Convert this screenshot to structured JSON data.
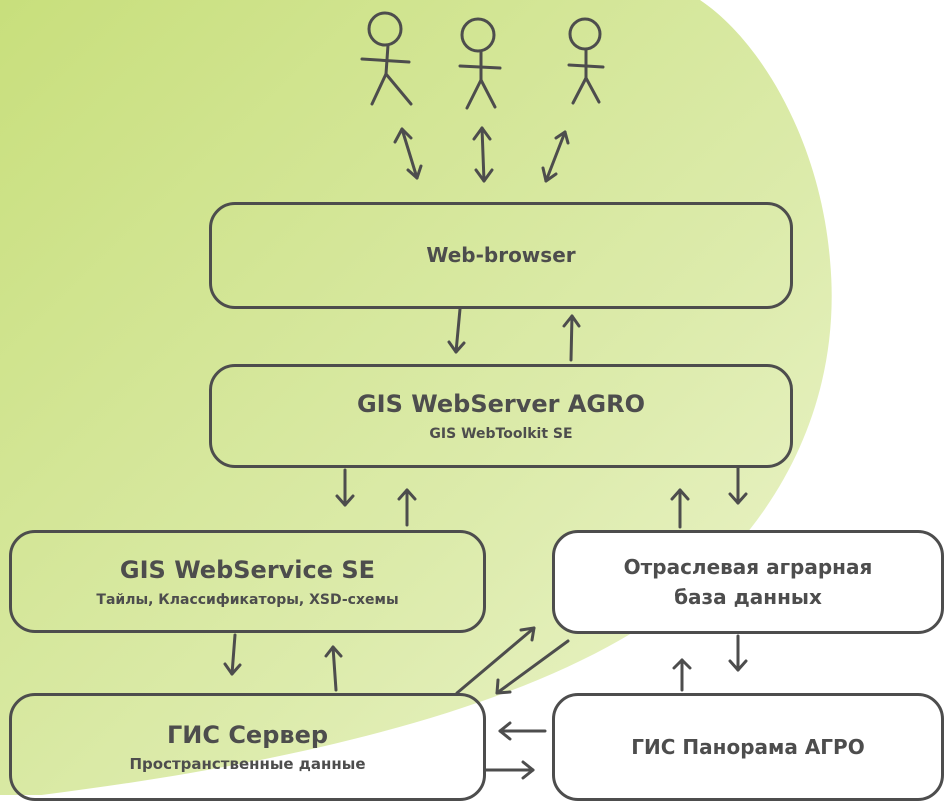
{
  "colors": {
    "background_blob": "#d6e89a",
    "stroke": "#4d4d4d",
    "text": "#4d4d4d"
  },
  "users": [
    "user-figure",
    "user-figure",
    "user-figure"
  ],
  "boxes": {
    "web_browser": {
      "title": "Web-browser"
    },
    "webserver": {
      "title": "GIS WebServer AGRO",
      "subtitle": "GIS WebToolkit SE"
    },
    "webservice": {
      "title": "GIS WebService SE",
      "subtitle": "Тайлы, Классификаторы, XSD-схемы"
    },
    "agri_db": {
      "line1": "Отраслевая аграрная",
      "line2": "база данных"
    },
    "gis_server": {
      "title": "ГИС Сервер",
      "subtitle": "Пространственные данные"
    },
    "panorama": {
      "title": "ГИС Панорама АГРО"
    }
  }
}
